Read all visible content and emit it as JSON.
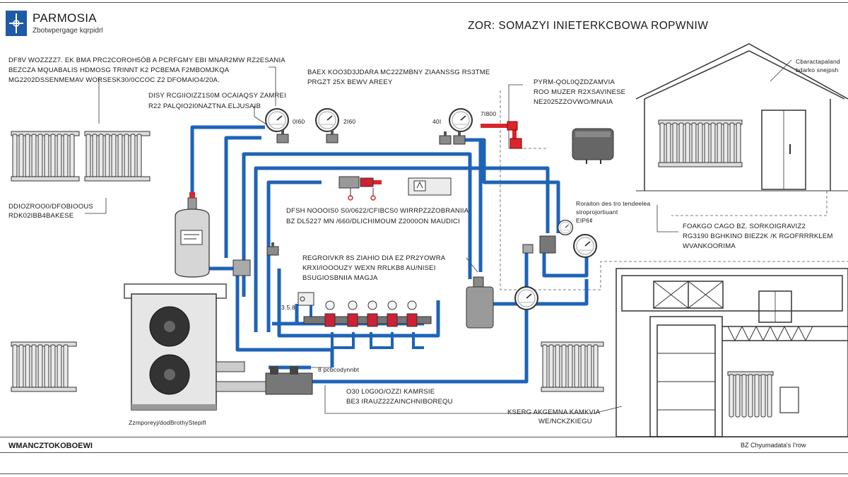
{
  "header": {
    "brand": "PARMOSIA",
    "brand_sub": "Zbotwpergage kqrpidrl",
    "title": "ZOR: SOMAZYI INIETERKCBOWA ROPWNIW"
  },
  "footer": {
    "left": "WMANCZTOKOBOEWI",
    "right": "BZ Chyumadata's I'row"
  },
  "labels": {
    "top_left_1": "DF8V WOZZZZ7. EK BMA PRC2COROH5ÓB A PCRFGMY EBI MNAR2MW RZ2ESANIA",
    "top_left_2": "BEZCZA MQUABALIS HDMOSG TRINNT K2 PCBEMA F2MBOMJKQA",
    "top_left_3": "MG2202DSSENMEMAV WORSESK30/0CCOC Z2 DFOMAIO4/20A.",
    "mid_left_1": "DISY RCGIIOIZZ1S0M OCAIAQSY ZAMREI",
    "mid_left_2": "R22 PALQIO2I0NAZTNA.ELJUSAIB",
    "top_center_1": "BAEX KOO3D3JDARA MC22ZMBNY ZIAANSSG RS3TME",
    "top_center_2": "PRGZT 25X BEWV AREEY",
    "top_right_1": "PYRM-QOL0QZDZAMVIA",
    "top_right_2": "ROO MUZER R2XSAVINESE",
    "top_right_3": "NE2025ZZOVWO/MNAIA",
    "house_note_1": "Cbaractapaland",
    "house_note_2": "bdarko snejpsh",
    "left_box_1": "DDIOZROO0/DFOBIOOUS",
    "left_box_2": "RDK02IBB4BAKESE",
    "center_1": "DFSH NOOOIS0 S0/0622/CFIBCS0 WIRRPZ2ZOBRANIIA",
    "center_2": "BZ DL5227 MN /660/DLICHIMOUM Z2000ON MAUDICI",
    "center_3": "REGROIVKR 8S ZIAHIO DIA EZ PR2YOWRA",
    "center_4": "KRXI/IOOOUZY WEXN RRLKB8 AU/NISEI",
    "center_5": "BSUGIOSBNIIA MAGJA",
    "right_note_1": "Roraiton des tro tendeelea",
    "right_note_2": "siroprojortiuant",
    "right_note_3": "EIP6¢",
    "right_box_1": "FOAKGO CAGO BZ. SORKOIGRAVIZ2",
    "right_box_2": "RG3190 BGHKINO BIEZ2K /K RGOFRRRKLEM",
    "right_box_3": "WVANKOORIMA",
    "bottom_center_1": "O30 L0G0O/OZZI KAMRSIE",
    "bottom_center_2": "BE3 IRAUZ22ZAINCHNIBOREQU",
    "bottom_right_1": "KSERG AKGEMNA KAMKVIA",
    "bottom_right_2": "WE/NCKZKIEGU",
    "hp_caption": "Zzmporeyj/dodBrothyStepifl",
    "pump_label": "8 pcbcodynnbt",
    "manifold_num": "3.5.8.",
    "gauge_1": "0I60",
    "gauge_2": "2I60",
    "gauge_3": "40I",
    "gauge_4": "7I800"
  },
  "colors": {
    "pipe_blue": "#1e63b8",
    "pipe_red": "#d9262a",
    "brand_blue": "#1f5aa6"
  }
}
